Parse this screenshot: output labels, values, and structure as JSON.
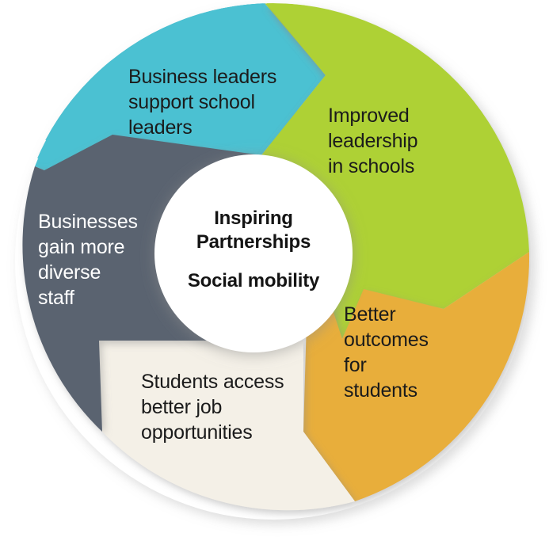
{
  "diagram": {
    "type": "cycle-ring",
    "title": "Inspiring Partnerships social mobility cycle",
    "background_color": "#ffffff",
    "center": {
      "fill_color": "#ffffff",
      "line1": "Inspiring",
      "line2": "Partnerships",
      "line3": "Social mobility"
    },
    "segments": [
      {
        "id": "business-leaders-support-school-leaders",
        "color": "#4BC1D2",
        "text_color": "#1b1b1b",
        "lines": [
          "Business leaders",
          "support school",
          "leaders"
        ]
      },
      {
        "id": "improved-leadership-in-schools",
        "color": "#AED136",
        "text_color": "#1b1b1b",
        "lines": [
          "Improved",
          "leadership",
          "in schools"
        ]
      },
      {
        "id": "better-outcomes-for-students",
        "color": "#E8AE3A",
        "text_color": "#1b1b1b",
        "lines": [
          "Better",
          "outcomes",
          "for",
          "students"
        ]
      },
      {
        "id": "students-access-better-job-opportunities",
        "color": "#F4F0E7",
        "text_color": "#1b1b1b",
        "lines": [
          "Students access",
          "better job",
          "opportunities"
        ]
      },
      {
        "id": "businesses-gain-more-diverse-staff",
        "color": "#5A6370",
        "text_color": "#ffffff",
        "lines": [
          "Businesses",
          "gain more",
          "diverse",
          "staff"
        ]
      }
    ]
  }
}
